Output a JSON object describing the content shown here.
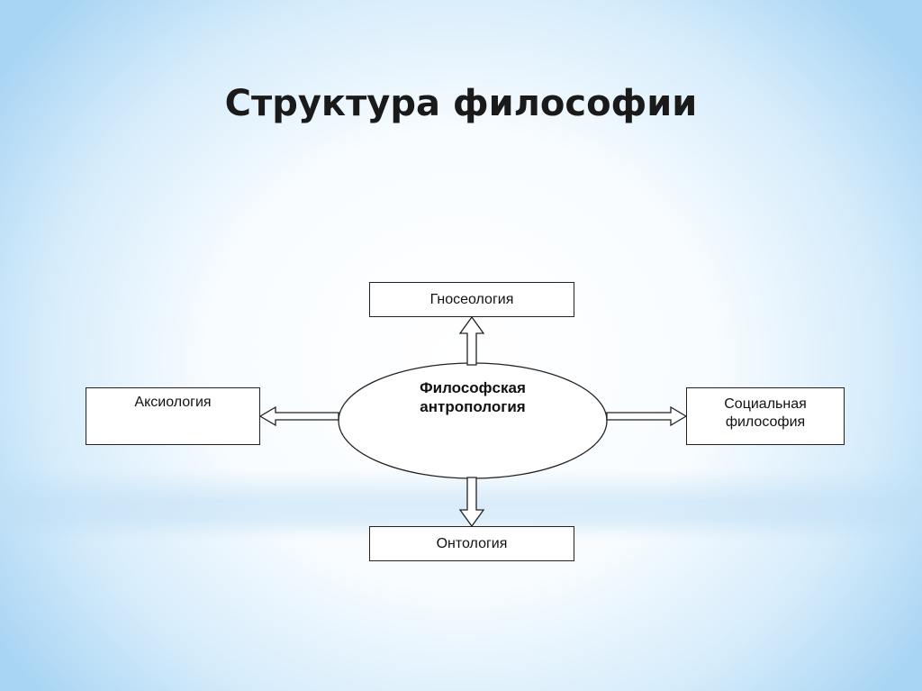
{
  "title": "Структура философии",
  "center": {
    "line1": "Философская",
    "line2": "антропология"
  },
  "nodes": {
    "top": "Гносеология",
    "bottom": "Онтология",
    "left": "Аксиология",
    "right_line1": "Социальная",
    "right_line2": "философия"
  }
}
